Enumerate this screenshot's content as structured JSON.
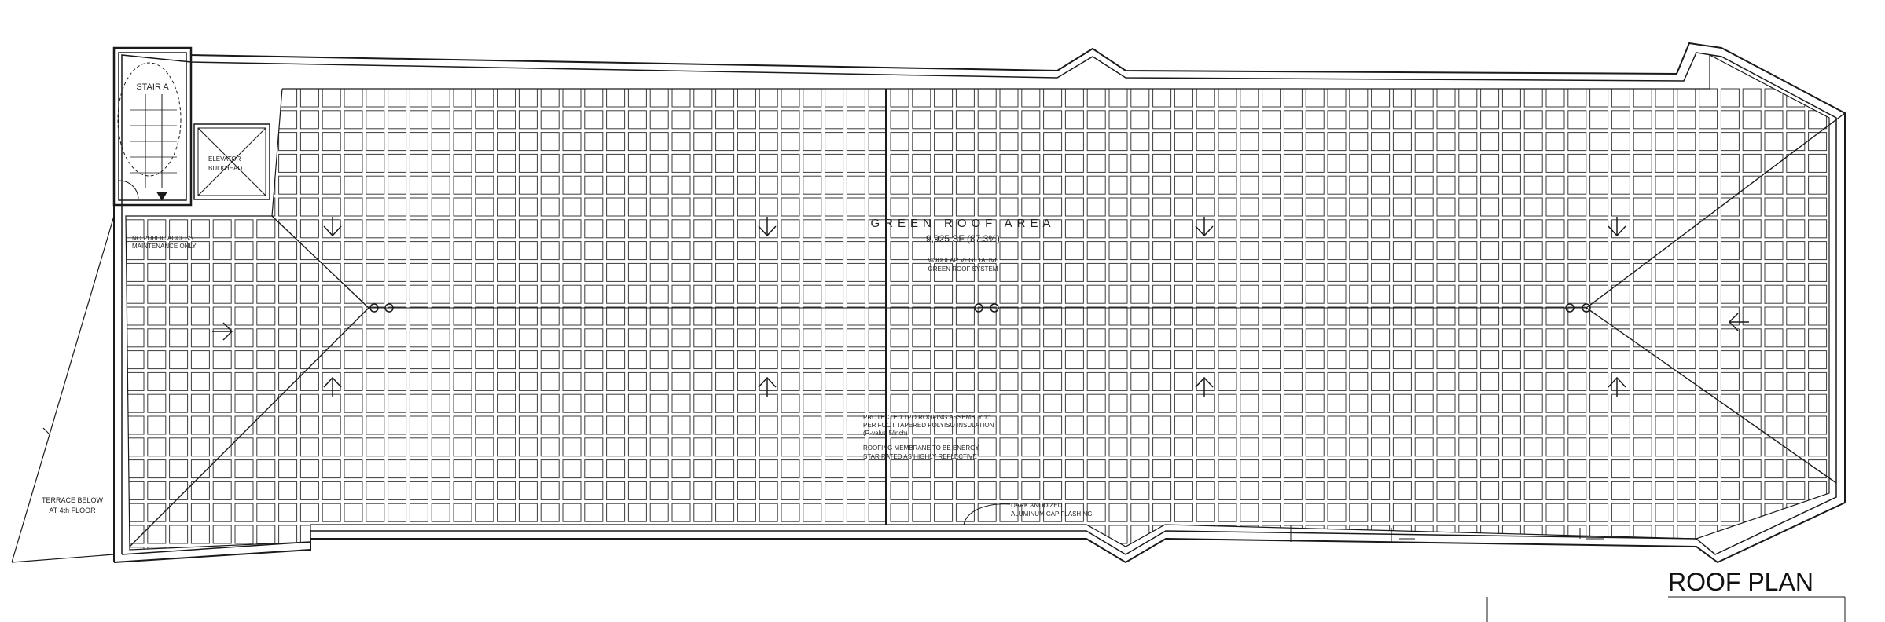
{
  "drawing": {
    "title": "ROOF PLAN",
    "line_color": "#1a1a1a",
    "grid_color": "#3a3a3a"
  },
  "labels": {
    "stair": "STAIR A",
    "elevator_line1": "ELEVATOR",
    "elevator_line2": "BULKHEAD",
    "no_access_line1": "NO PUBLIC ACCESS",
    "no_access_line2": "MAINTENANCE ONLY",
    "green_roof_title": "GREEN ROOF AREA",
    "green_roof_area": "9,925 SF (87.3%)",
    "modular_line1": "MODULAR VEGETATIVE",
    "modular_line2": "GREEN ROOF SYSTEM",
    "protected_line1": "PROTECTED TPO ROOFING ASSEMBLY 1\"",
    "protected_line2": "PER FOOT TAPERED POLYISO INSULATION",
    "protected_line3": "(R-value 5/inch)",
    "membrane_line1": "ROOFING MEMBRANE TO BE ENERGY",
    "membrane_line2": "STAR RATED AS HIGHLY REFLECTIVE",
    "flashing_line1": "DARK ANODIZED",
    "flashing_line2": "ALUMINUM CAP FLASHING",
    "terrace_line1": "TERRACE BELOW",
    "terrace_line2": "AT 4th FLOOR"
  }
}
